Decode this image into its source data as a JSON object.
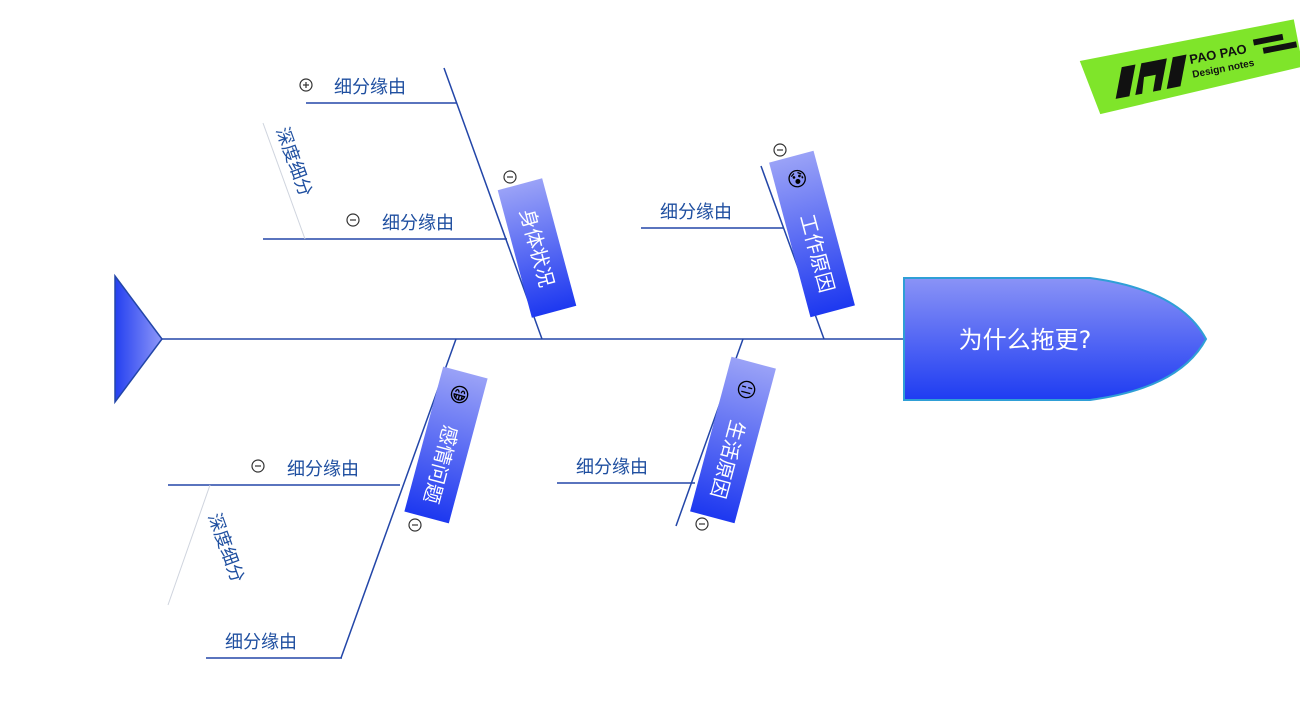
{
  "problem": "为什么拖更?",
  "categories": [
    {
      "label": "身体状况",
      "causes": [
        "细分缘由",
        "细分缘由"
      ],
      "note": "深度细分"
    },
    {
      "label": "工作原因",
      "causes": [
        "细分缘由"
      ]
    },
    {
      "label": "感情问题",
      "causes": [
        "细分缘由",
        "细分缘由"
      ],
      "note": "深度细分"
    },
    {
      "label": "生活原因",
      "causes": [
        "细分缘由"
      ]
    }
  ],
  "brand": {
    "line1": "PAO PAO",
    "line2": "Design notes"
  },
  "colors": {
    "line": "#2346a8",
    "box_top": "#7f88f6",
    "box_bottom": "#1e3cf2",
    "text": "#1f4fa0",
    "brand_bg": "#7fe52a"
  }
}
